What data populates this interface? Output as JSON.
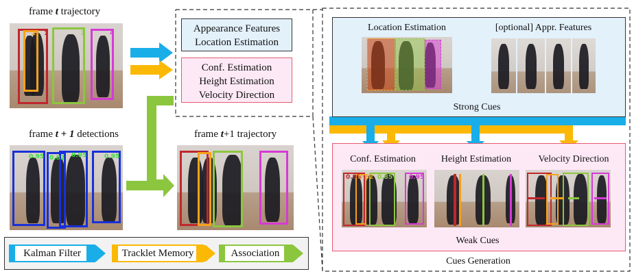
{
  "left": {
    "frame_t_label": {
      "pre": "frame ",
      "var": "t",
      "post": " trajectory"
    },
    "frame_t1_det_label": {
      "pre": "frame ",
      "var": "t + 1",
      "post": " detections"
    },
    "frame_t1_traj_label": {
      "pre": "frame ",
      "var": "t",
      "post": "+1 trajectory"
    },
    "frame_t_ids": [
      "2",
      "1",
      "3",
      "4"
    ],
    "detection_scores": [
      "0.95",
      "0.82",
      "0.95",
      "0.95"
    ]
  },
  "cue_boxes": {
    "strong_lines": [
      "Appearance Features",
      "Location Estimation"
    ],
    "weak_lines": [
      "Conf. Estimation",
      "Height Estimation",
      "Velocity Direction"
    ]
  },
  "legend": {
    "kalman": "Kalman Filter",
    "tracklet": "Tracklet Memory",
    "association": "Association"
  },
  "cues_generation": {
    "title": "Cues Generation",
    "strong": {
      "title": "Strong Cues",
      "location": "Location Estimation",
      "appearance": "[optional] Appr. Features"
    },
    "weak": {
      "title": "Weak Cues",
      "confidence": "Conf. Estimation",
      "height": "Height Estimation",
      "velocity": "Velocity Direction",
      "conf_scores": [
        "0.95",
        "0.82",
        "0.85",
        "0.95"
      ]
    }
  },
  "colors": {
    "kalman": "#19aee8",
    "tracklet": "#fbb905",
    "association": "#8cc63f",
    "strong_bg": "#e3f1fb",
    "weak_bg": "#fde9f6",
    "weak_border": "#e8586f",
    "box_red": "#c0272d",
    "box_orange": "#f7a21b",
    "box_green": "#8cc63f",
    "box_magenta": "#d63ad6",
    "box_blue": "#1830d8"
  }
}
